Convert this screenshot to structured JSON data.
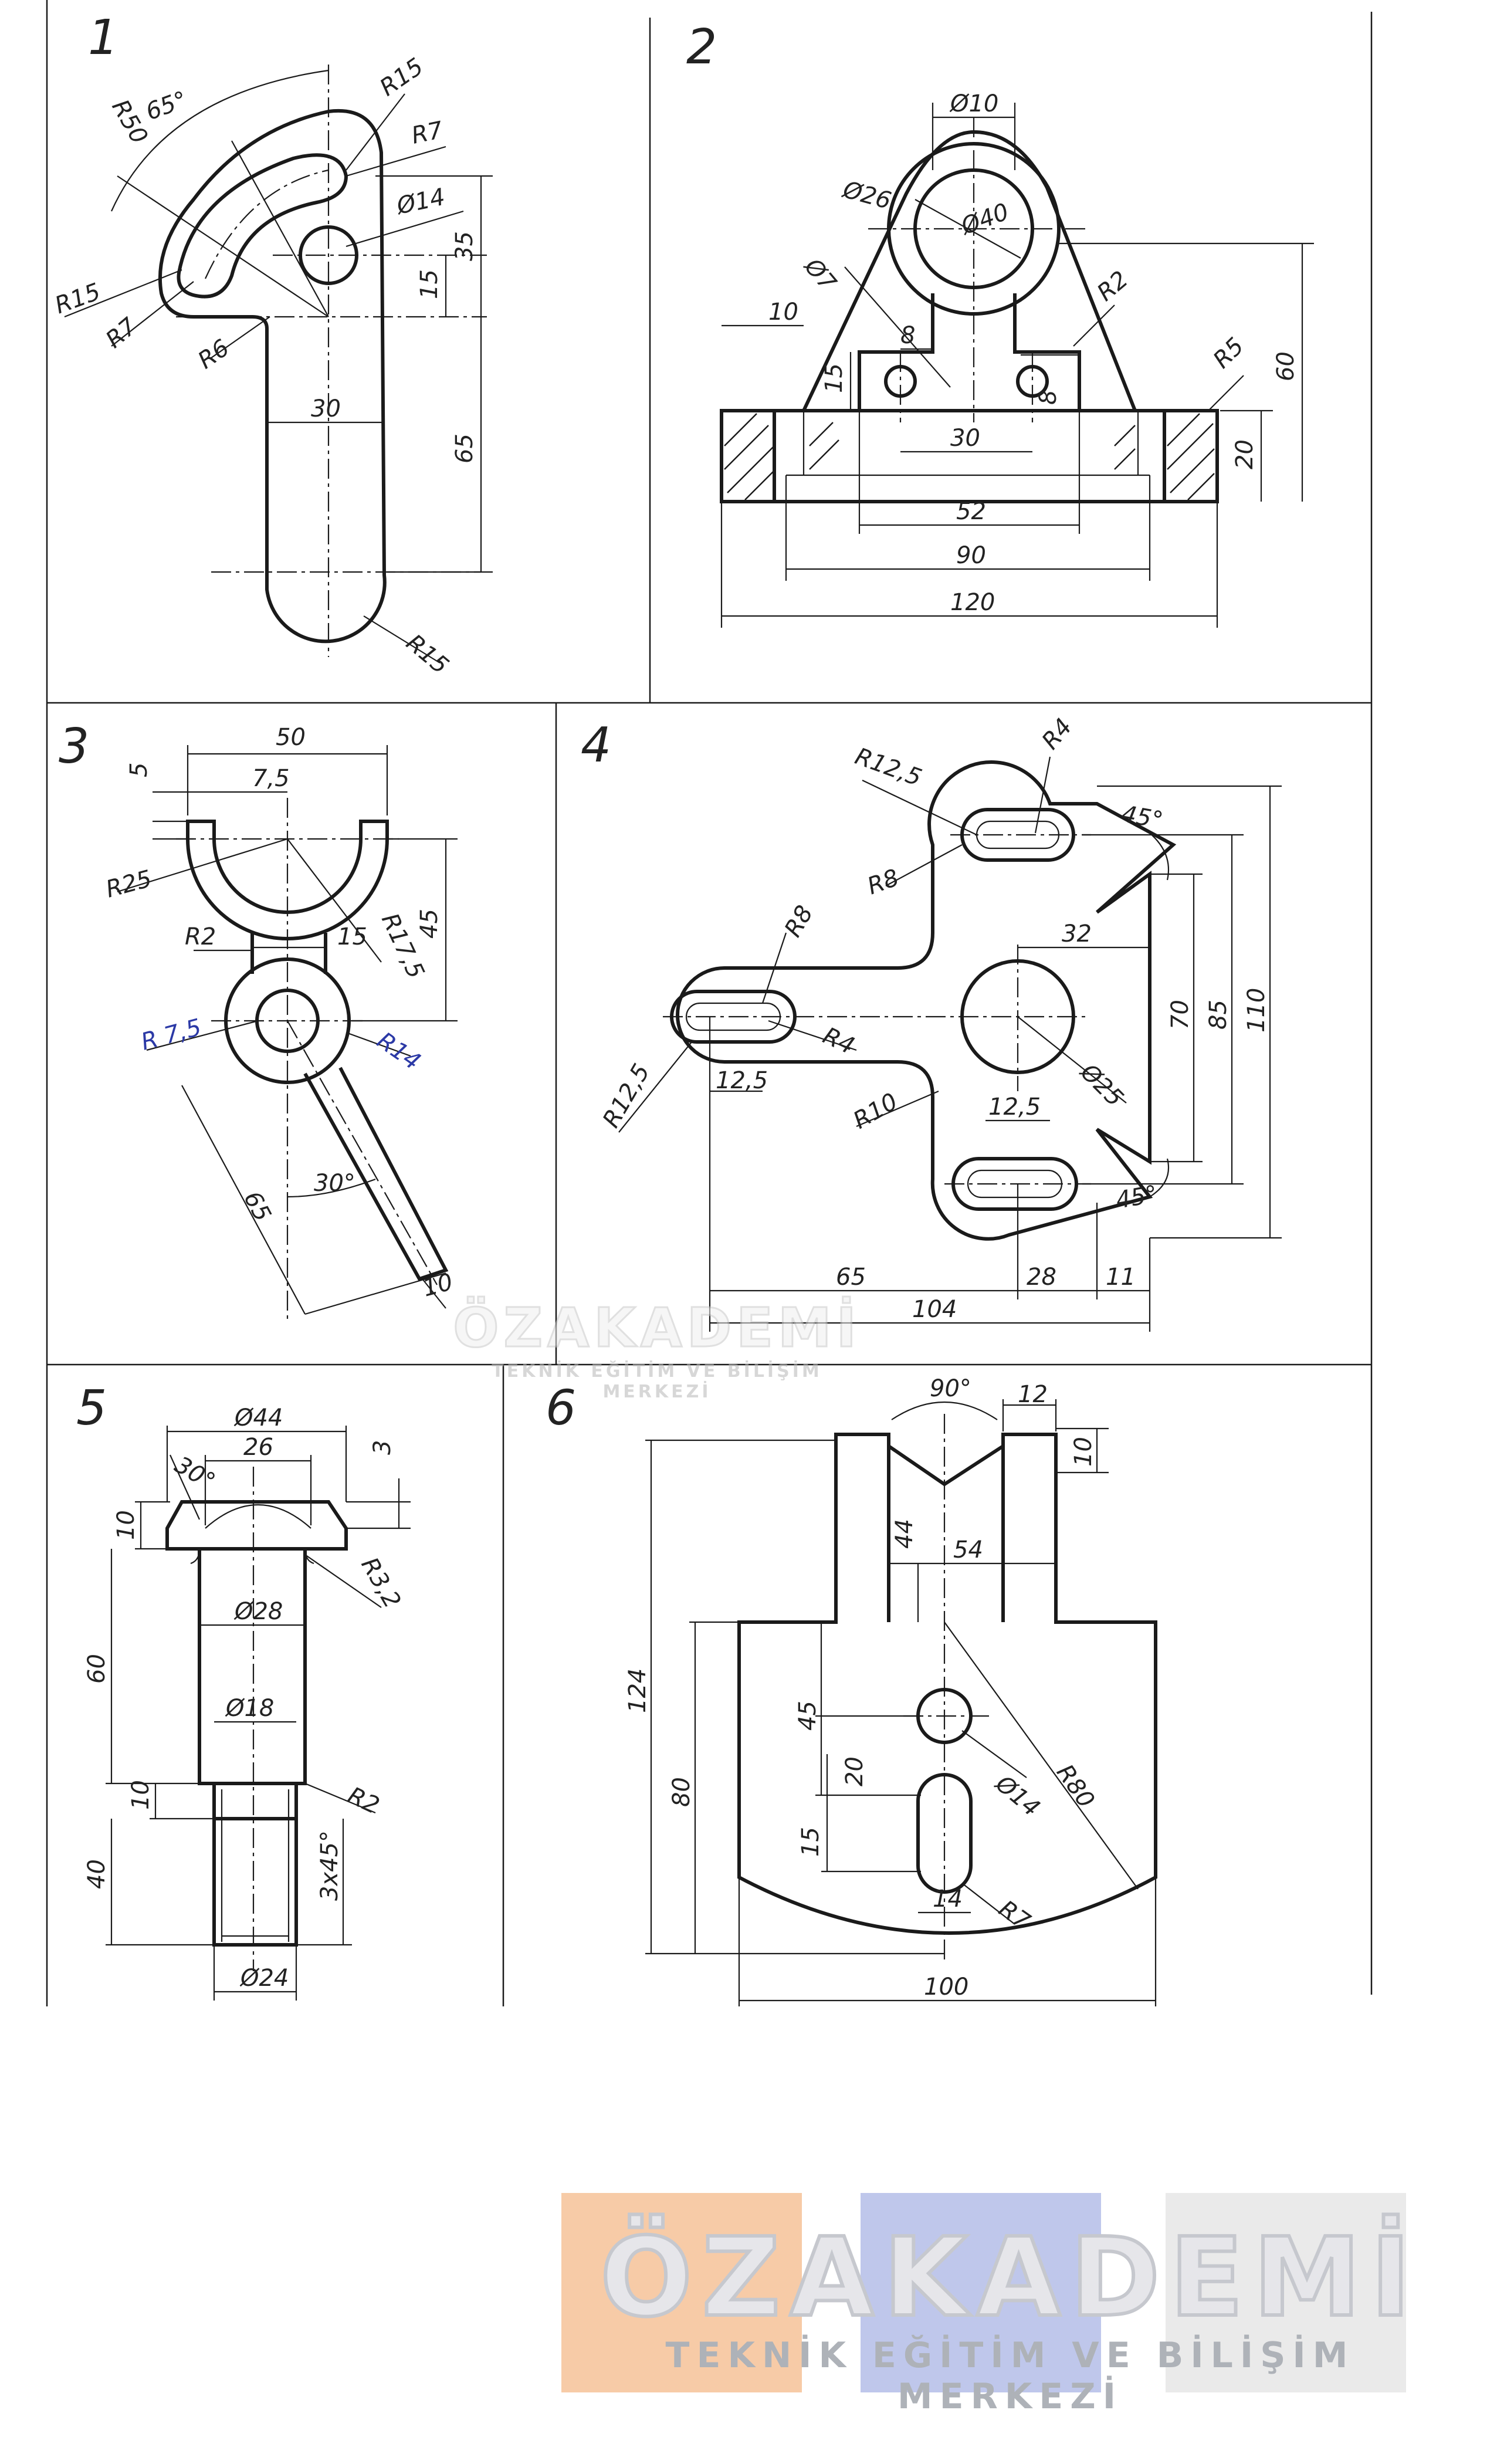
{
  "panels": [
    {
      "number": "1",
      "dims": [
        "R15",
        "R50",
        "65°",
        "R7",
        "Ø14",
        "35",
        "15",
        "R15",
        "R7",
        "R6",
        "30",
        "65",
        "R15"
      ]
    },
    {
      "number": "2",
      "dims": [
        "Ø10",
        "Ø26",
        "Ø40",
        "Ø7",
        "10",
        "8",
        "15",
        "8",
        "R2",
        "R5",
        "60",
        "30",
        "20",
        "52",
        "90",
        "120"
      ]
    },
    {
      "number": "3",
      "dims": [
        "50",
        "5",
        "7,5",
        "R25",
        "45",
        "R2",
        "15",
        "R17,5",
        "R 7,5",
        "R14",
        "65",
        "30°",
        "10"
      ]
    },
    {
      "number": "4",
      "dims": [
        "R12,5",
        "R4",
        "45°",
        "R8",
        "R8",
        "32",
        "70",
        "85",
        "110",
        "R12,5",
        "R4",
        "12,5",
        "R10",
        "Ø25",
        "12,5",
        "45°",
        "65",
        "28",
        "11",
        "104"
      ]
    },
    {
      "number": "5",
      "dims": [
        "Ø44",
        "26",
        "3",
        "30°",
        "10",
        "R3,2",
        "60",
        "Ø28",
        "Ø18",
        "10",
        "R2",
        "40",
        "3x45°",
        "Ø24"
      ]
    },
    {
      "number": "6",
      "dims": [
        "90°",
        "12",
        "10",
        "44",
        "54",
        "124",
        "45",
        "80",
        "20",
        "Ø14",
        "R80",
        "15",
        "14",
        "R7",
        "100"
      ]
    }
  ],
  "watermark": {
    "title": "ÖZAKADEMİ",
    "subtitle": "TEKNİK EĞİTİM VE BİLİŞİM MERKEZİ"
  },
  "colors": {
    "ink": "#1a1a1a",
    "pen_blue": "#2b39a6",
    "logo_orange": "#f4b98a",
    "logo_blue": "#a9b4e4",
    "logo_grey": "#dcdcdc"
  }
}
